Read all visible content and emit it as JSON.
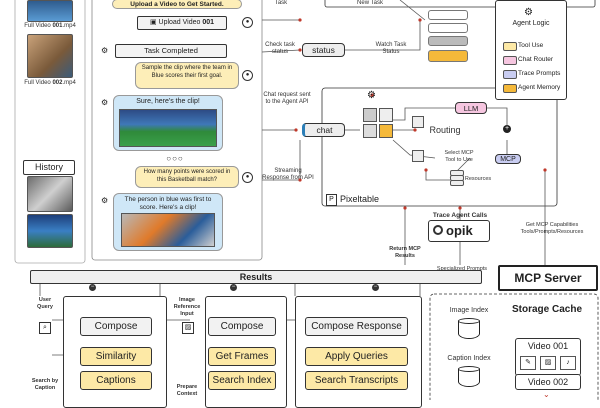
{
  "left_panel": {
    "videos": [
      {
        "label": "Full Video 001.mp4",
        "prefix": "Full Video ",
        "num": "001",
        "ext": ".mp4"
      },
      {
        "label": "Full Video 002.mp4",
        "prefix": "Full Video ",
        "num": "002",
        "ext": ".mp4"
      }
    ],
    "history_label": "History"
  },
  "chat": {
    "upload_prompt": "Upload a Video to Get Started.",
    "upload_button": {
      "prefix": "Upload Video ",
      "num": "001"
    },
    "task_completed": "Task Completed",
    "user_msg_1": "Sample the clip where the team in Blue scores their first goal.",
    "bot_msg_1": "Sure, here's the clip!",
    "user_msg_2": "How many points were scored in this Basketball match?",
    "bot_msg_2": "The person in blue was first to score. Here's a clip!",
    "ellipsis": "○○○"
  },
  "flow_labels": {
    "task": "Task",
    "check_task_status": "Check task status",
    "status": "status",
    "watch_task_status": "Watch Task Status",
    "new_task": "New Task",
    "chat_request": "Chat request sent to the Agent API",
    "chat": "chat",
    "streaming": "Streaming Response from API",
    "return_mcp": "Return MCP Results",
    "trace_agent_calls": "Trace Agent Calls",
    "opik": "opik",
    "specialized_prompts": "Specialized Prompts Versioning",
    "get_mcp": "Get MCP Capabilities Tools/Prompts/Resources"
  },
  "legend": {
    "title": "Agent Logic",
    "items": [
      {
        "label": "Tool Use",
        "color": "#fde9a6"
      },
      {
        "label": "Chat Router",
        "color": "#f6c6e0"
      },
      {
        "label": "Trace Prompts",
        "color": "#c9cdf2"
      },
      {
        "label": "Agent Memory",
        "color": "#f5b93a"
      }
    ]
  },
  "routing": {
    "llm": "LLM",
    "routing_label": "Routing",
    "select_mcp": "Select MCP Tool to Use",
    "mcp": "MCP",
    "resources": "Resources",
    "pixeltable": "Pixeltable"
  },
  "mcp_server": "MCP Server",
  "results": "Results",
  "bottom": {
    "col1": {
      "user_query": "User Query",
      "search_by": "Search by Caption",
      "buttons": [
        "Compose",
        "Similarity",
        "Captions"
      ]
    },
    "col2": {
      "image_ref": "Image Reference Input",
      "prepare": "Prepare Context",
      "buttons": [
        "Compose",
        "Get Frames",
        "Search Index"
      ]
    },
    "col3": {
      "buttons": [
        "Compose Response",
        "Apply Queries",
        "Search Transcripts"
      ]
    },
    "storage": {
      "title": "Storage Cache",
      "image_index": "Image Index",
      "caption_index": "Caption Index",
      "video_1": "Video 001",
      "video_2": "Video 002"
    }
  }
}
